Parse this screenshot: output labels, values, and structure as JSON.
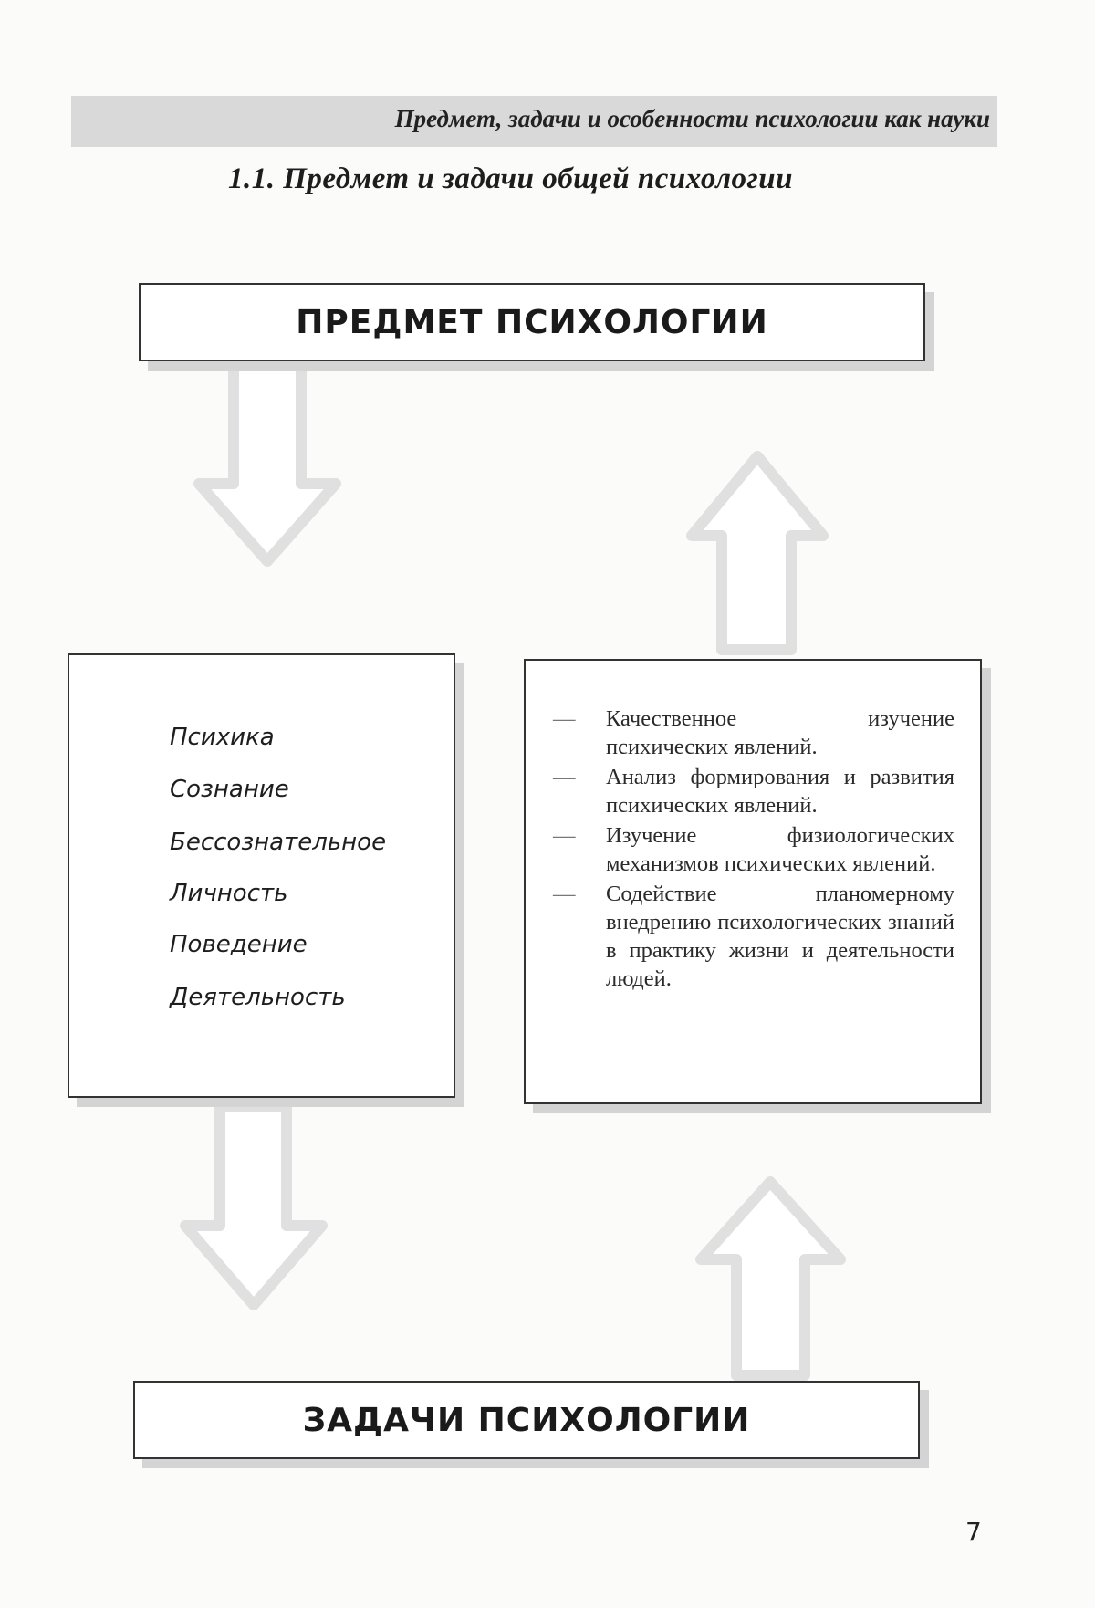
{
  "running_head": "Предмет, задачи и особенности психологии как науки",
  "section_title": "1.1. Предмет и задачи общей психологии",
  "diagram": {
    "subject_box_label": "ПРЕДМЕТ ПСИХОЛОГИИ",
    "tasks_box_label": "ЗАДАЧИ ПСИХОЛОГИИ",
    "subject_concepts": [
      "Психика",
      "Сознание",
      "Бессознательное",
      "Личность",
      "Поведение",
      "Деятельность"
    ],
    "tasks": [
      "Качественное изучение психических явлений.",
      "Анализ формирования и развития психических явлений.",
      "Изучение физиологических механизмов психических явлений.",
      "Содействие планомерному внедрению психологических знаний в практику жизни и деятельности людей."
    ],
    "dash_symbol": "—",
    "arrow_color": "#e0e0e0"
  },
  "page_number": "7"
}
